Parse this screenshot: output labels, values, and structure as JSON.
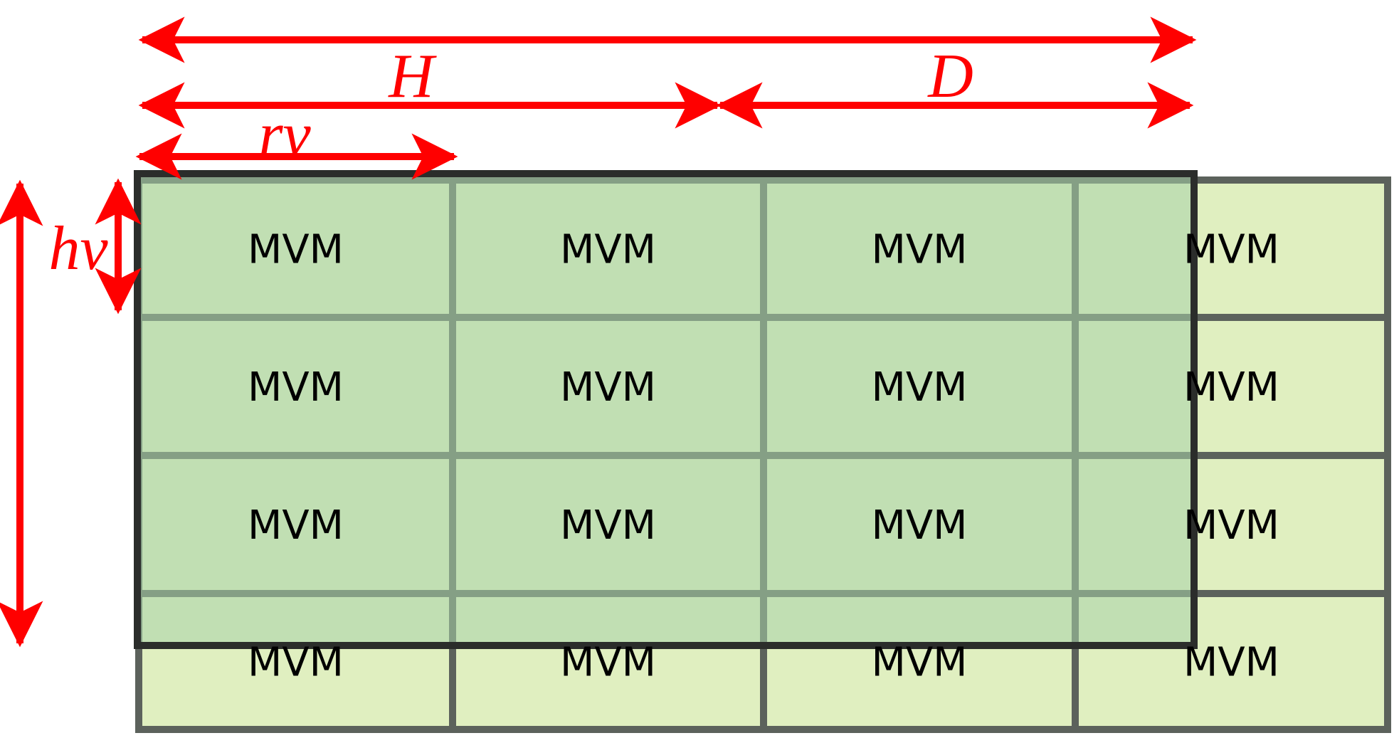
{
  "colors": {
    "arrow": "#ff0000",
    "cell_fill": "#e0efc0",
    "cell_border": "#5c625c",
    "window_fill": "#a7d2a7",
    "window_border": "#2b2d2b"
  },
  "labels": {
    "H": "H",
    "D": "D",
    "rv": "rv",
    "hv": "hv"
  },
  "grid": {
    "rows": 4,
    "cols": 4,
    "cells": [
      [
        "MVM",
        "MVM",
        "MVM",
        "MVM"
      ],
      [
        "MVM",
        "MVM",
        "MVM",
        "MVM"
      ],
      [
        "MVM",
        "MVM",
        "MVM",
        "MVM"
      ],
      [
        "MVM",
        "MVM",
        "MVM",
        "MVM"
      ]
    ]
  }
}
